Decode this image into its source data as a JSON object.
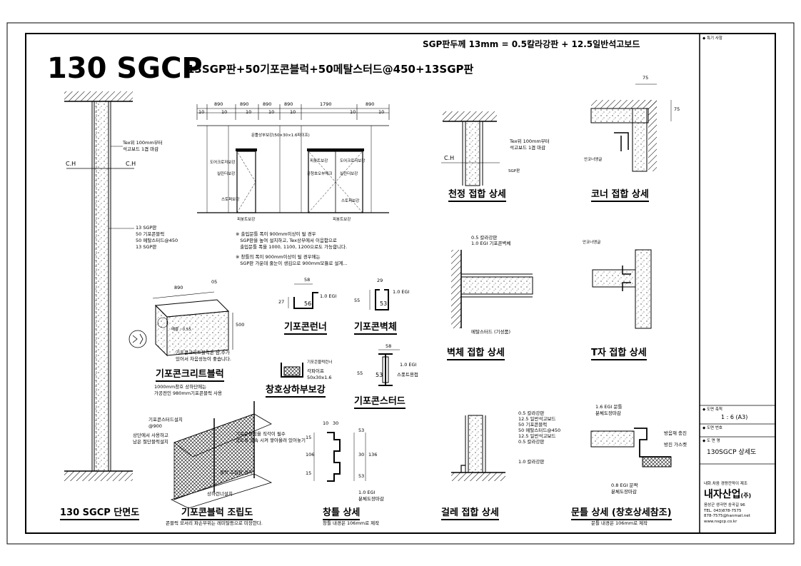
{
  "header": {
    "title": "130 SGCP",
    "subtitle": "13SGP판+50기포콘블럭+50메탈스터드@450+13SGP판",
    "note": "SGP판두께 13mm = 0.5칼라강판 + 12.5일반석고보드"
  },
  "section": {
    "caption": "130 SGCP 단면도",
    "label_tex": "Tex위 100mm부터\n석고보드 1겹 마감",
    "ch_left": "C.H",
    "ch_right": "C.H",
    "layers": [
      "13 SGP판",
      "50 기포콘블럭",
      "50 메탈스터드@450",
      "13 SGP판"
    ]
  },
  "elevation": {
    "dims_top": [
      "890",
      "890",
      "890",
      "890",
      "1790",
      "890"
    ],
    "dims_bottom": [
      "10",
      "10",
      "10",
      "10",
      "10",
      "10",
      "10"
    ],
    "labels": {
      "pipe": "문틀상부보강(50×30×1.6파이프)",
      "door_left": "도어크로저보강",
      "lock": "실린더보강",
      "stopper": "스토퍼보강",
      "pivot_left": "피봇트보강",
      "pivot_top": "피봇트보강",
      "door_right": "도어크로저보강",
      "latch": "공청호오부체크",
      "lock_right": "실린더보강",
      "stopper_right": "스토퍼보강",
      "pivot_right": "피봇트보강"
    },
    "notes": [
      "※ 출입문틀 폭이 900mm이상이 될 경우\n   SGP판을 높여 설치하고, Tex상부에서 이음함으로\n   출입문틀 폭을 1000, 1100, 1200으로도 가능합니다.",
      "※ 창틀의 폭이 900mm이상이 될 경우에는\n   SGP판 가운데 줄눈이 생김으로 900mm모듈로 설계..."
    ]
  },
  "block": {
    "caption": "기포콘크리트블럭",
    "dim_w": "890",
    "dim_t": "05",
    "dim_h": "500",
    "inner_label": "배율 : 0.55",
    "note": "기포콘크리트블럭은 잠,수가\n있어서 차음성능이 좋습니다.",
    "sub": "1000mm창호 상하단에는\n가공전인 980mm기포콘블럭 사용"
  },
  "runner": {
    "caption": "기포콘런너",
    "d1": "58",
    "d2": "27",
    "d3": "56",
    "spec": "1.0 EGI"
  },
  "wall": {
    "caption": "기포콘벽체",
    "d1": "29",
    "d2": "55",
    "d3": "53",
    "spec": "1.0 EGI"
  },
  "stud": {
    "caption": "기포콘스터드",
    "d1": "58",
    "d2": "55",
    "d3": "53",
    "spec": "1.0 EGI",
    "bind": "스폿트용접"
  },
  "window_reinf": {
    "caption": "창호상하부보강",
    "label_runner": "기포콘블럭런너",
    "label_pipe": "각파이프\n50x30x1.6"
  },
  "assembly": {
    "caption": "기포콘블럭 조립도",
    "sub": "콘블럭 모서리 파손부위는 레미탈등으로 미장한다.",
    "labels": [
      "기포콘스터드설치\n@900",
      "상단에서 사용하고\n남은 절단블럭설치",
      "블럭 조립판 설치",
      "상하런너설치",
      "기포콘블럭을 직각이 될수\n있도록 결속 시켜 쌓아올려 있어놓기"
    ]
  },
  "window_detail": {
    "caption": "창틀 상세",
    "sub": "창틀 내경은 106mm로 제작",
    "dims": [
      "10",
      "30",
      "15",
      "106",
      "15",
      "53",
      "30",
      "136",
      "53"
    ],
    "spec": "1.0 EGI\n분체도장마감"
  },
  "ceiling": {
    "caption": "천정 접합 상세",
    "label_tex": "Tex위 100mm부터\n석고보드 1겹 마감",
    "ch": "C.H",
    "sgp": "SGP판"
  },
  "corner": {
    "caption": "코너 접합 상세",
    "d1": "75",
    "d2": "75",
    "label": "안코너앵글"
  },
  "wallj": {
    "caption": "벽체 접합 상세",
    "l1": "0.5 칼라강판",
    "l2": "1.0 EGI 기포콘벽체",
    "l3": "메탈스터드 (기성품)"
  },
  "tjoint": {
    "caption": "T자 접합 상세",
    "label": "안코너앵글"
  },
  "base": {
    "caption": "걸레 접합 상세",
    "layers": [
      "0.5   칼라강판",
      "12.5 일반석고보드",
      "50    기포콘블럭",
      "50    메탈스터드@450",
      "12.5 일반석고보드",
      "0.5   칼라강판"
    ],
    "foot": "1.0  칼라강판"
  },
  "doorframe": {
    "caption": "문틀 상세 (창호상세참조)",
    "sub": "문틀 내경은 106mm로 제작",
    "top": "1.6 EGI 문틀\n분체도장마감",
    "l1": "방음재 충진",
    "l2": "방진 가스켓",
    "bottom": "0.8 EGI 문짝\n분체도장마감"
  },
  "titleblock": {
    "notes_label": "◆ 특기 사항",
    "scale_label": "◆ 도면 축척",
    "scale_value": "1 : 6 (A3)",
    "num_label": "◆ 도면 번호",
    "name_label": "◆ 도 면 명",
    "name_value": "130SGCP 상세도",
    "maker_line": "내화.차음 경량칸막이 제조",
    "company": "내자산업",
    "company_suffix": "(주)",
    "address": "음성군 생극면 송곡길 96",
    "tel": "TEL. 043)878-7575",
    "fax": "878-7575@hanmail.net",
    "web": "www.nsgcp.co.kr"
  }
}
